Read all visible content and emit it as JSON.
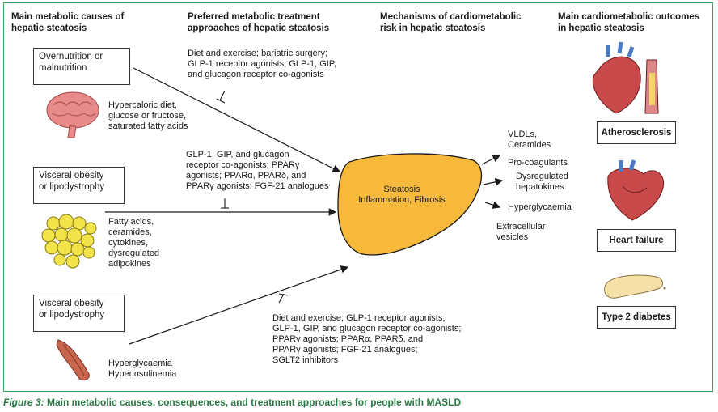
{
  "headers": {
    "causes": "Main metabolic causes of\nhepatic steatosis",
    "treatments": "Preferred metabolic treatment\napproaches of hepatic steatosis",
    "mechanisms": "Mechanisms of cardiometabolic\nrisk in hepatic steatosis",
    "outcomes": "Main cardiometabolic outcomes\nin hepatic steatosis"
  },
  "causes": [
    {
      "box": "Overnutrition or\nmalnutrition",
      "detail": "Hypercaloric diet,\nglucose or fructose,\nsaturated fatty acids",
      "icon": "brain-icon"
    },
    {
      "box": "Visceral obesity\nor lipodystrophy",
      "detail": "Fatty acids,\nceramides,\ncytokines,\ndysregulated\nadipokines",
      "icon": "adipocytes-icon"
    },
    {
      "box": "Visceral obesity\nor lipodystrophy",
      "detail": "Hyperglycaemia\nHyperinsulinemia",
      "icon": "muscle-icon"
    }
  ],
  "treatments": [
    "Diet and exercise; bariatric surgery;\nGLP-1 receptor agonists; GLP-1, GIP,\nand glucagon receptor co-agonists",
    "GLP-1, GIP, and glucagon\nreceptor co-agonists; PPARγ\nagonists; PPARα, PPARδ, and\nPPARγ agonists; FGF-21 analogues",
    "Diet and exercise; GLP-1 receptor agonists;\nGLP-1, GIP, and glucagon receptor co-agonists;\nPPARγ agonists; PPARα, PPARδ, and\nPPARγ agonists; FGF-21 analogues;\nSGLT2 inhibitors"
  ],
  "liver": {
    "label": "Steatosis\nInflammation, Fibrosis",
    "icon": "liver-icon",
    "color": "#f6b93b"
  },
  "mechanisms": {
    "vldl": "VLDLs,\nCeramides",
    "procoag": "Pro-coagulants",
    "hepatokines": "Dysregulated\nhepatokines",
    "hyperglycaemia": "Hyperglycaemia",
    "vesicles": "Extracellular\nvesicles"
  },
  "outcomes": [
    {
      "label": "Atherosclerosis",
      "icon": "artery-heart-icon"
    },
    {
      "label": "Heart failure",
      "icon": "heart-icon"
    },
    {
      "label": "Type 2 diabetes",
      "icon": "pancreas-icon"
    }
  ],
  "caption": {
    "figure": "Figure 3:",
    "text": " Main metabolic causes, consequences, and treatment approaches for people with MASLD"
  },
  "colors": {
    "frame": "#3aa35b",
    "caption": "#2a7a45",
    "liver": "#f6b93b",
    "fat": "#f2e34a",
    "brain": "#e88a8a",
    "heart": "#c94a4a",
    "muscle": "#c8664f",
    "pancreas": "#f5e0a8"
  }
}
